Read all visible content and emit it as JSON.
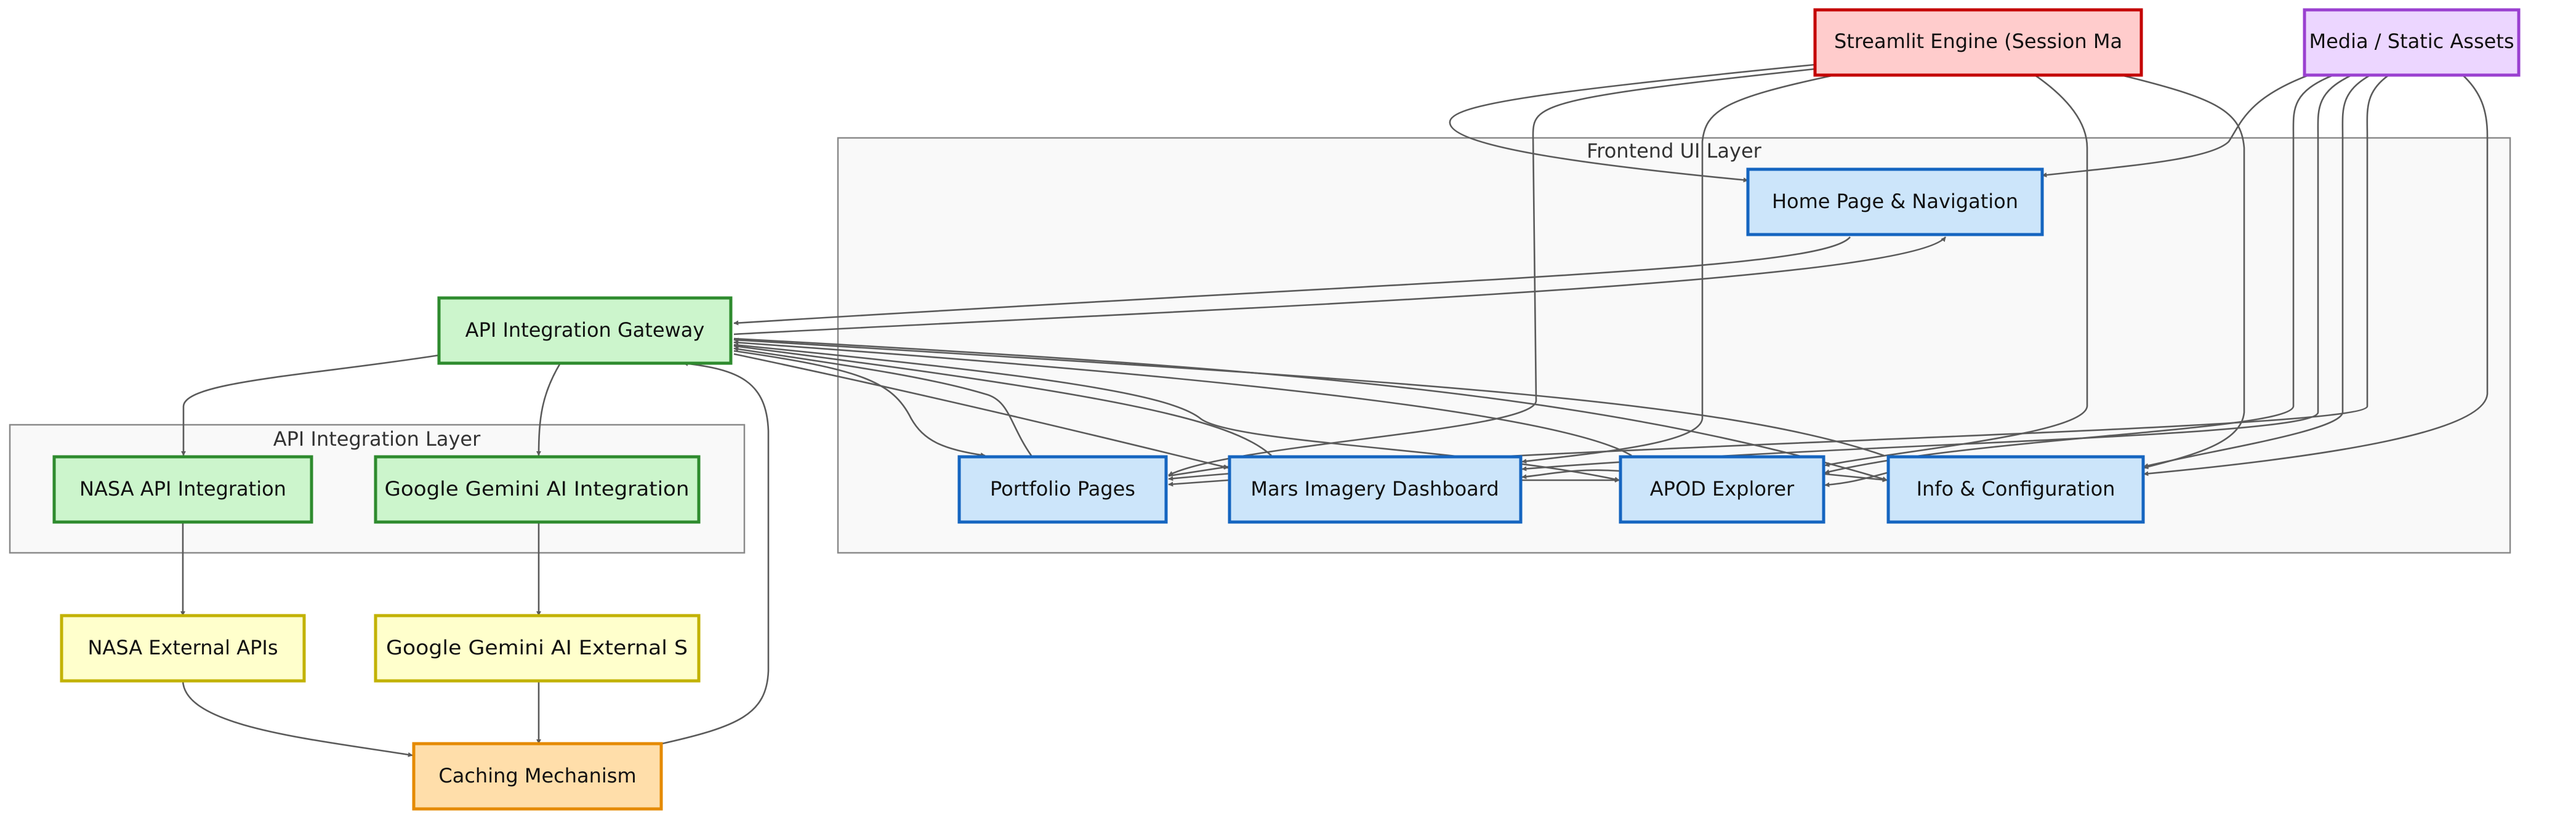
{
  "colors": {
    "frontend_fill": "#cce5fa",
    "frontend_stroke": "#1565c0",
    "api_fill": "#ccf5cc",
    "api_stroke": "#2e8b2e",
    "external_fill": "#ffffcc",
    "external_stroke": "#c2b200",
    "cache_fill": "#ffdeaa",
    "cache_stroke": "#e58a00",
    "engine_fill": "#ffcccc",
    "engine_stroke": "#c40000",
    "media_fill": "#ecd6ff",
    "media_stroke": "#9a40d0",
    "edge": "#5a5a5a"
  },
  "clusters": {
    "frontend": "Frontend UI Layer",
    "api": "API Integration Layer"
  },
  "nodes": {
    "engine": "Streamlit Engine (Session Ma",
    "media": "Media / Static Assets",
    "home": "Home Page & Navigation",
    "gateway": "API Integration Gateway",
    "nasa_api": "NASA API Integration",
    "gemini_api": "Google Gemini AI Integration",
    "portfolio": "Portfolio Pages",
    "mars": "Mars Imagery Dashboard",
    "apod": "APOD Explorer",
    "info": "Info & Configuration",
    "nasa_ext": "NASA External APIs",
    "gemini_ext": "Google Gemini AI External S",
    "cache": "Caching Mechanism"
  }
}
